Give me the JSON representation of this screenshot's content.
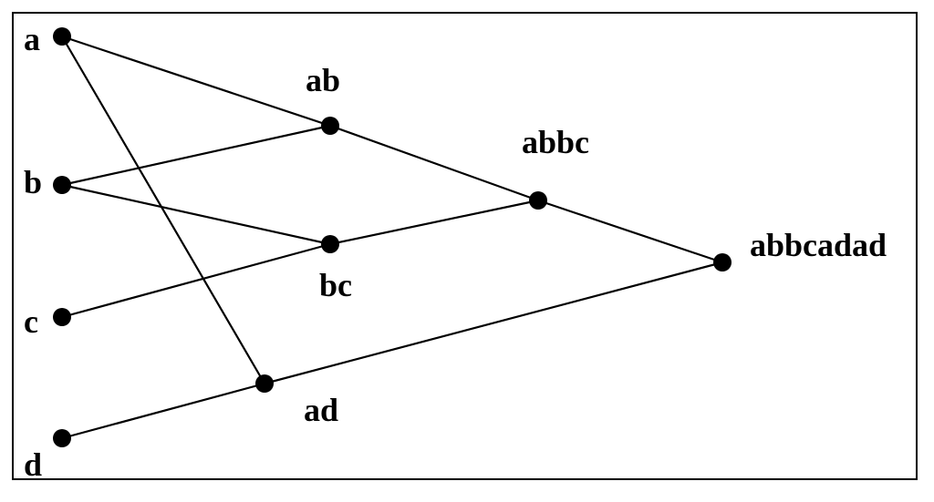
{
  "nodes": [
    {
      "id": "a",
      "label": "a"
    },
    {
      "id": "b",
      "label": "b"
    },
    {
      "id": "c",
      "label": "c"
    },
    {
      "id": "d",
      "label": "d"
    },
    {
      "id": "ab",
      "label": "ab"
    },
    {
      "id": "bc",
      "label": "bc"
    },
    {
      "id": "ad",
      "label": "ad"
    },
    {
      "id": "abbc",
      "label": "abbc"
    },
    {
      "id": "abbcadad",
      "label": "abbcadad"
    }
  ],
  "edges": [
    {
      "from": "a",
      "to": "ab"
    },
    {
      "from": "a",
      "to": "ad"
    },
    {
      "from": "b",
      "to": "ab"
    },
    {
      "from": "b",
      "to": "bc"
    },
    {
      "from": "c",
      "to": "bc"
    },
    {
      "from": "d",
      "to": "ad"
    },
    {
      "from": "ab",
      "to": "abbc"
    },
    {
      "from": "bc",
      "to": "abbc"
    },
    {
      "from": "abbc",
      "to": "abbcadad"
    },
    {
      "from": "ad",
      "to": "abbcadad"
    }
  ],
  "colors": {
    "line": "#000000",
    "node": "#000000",
    "label": "#000000",
    "background": "#ffffff"
  }
}
